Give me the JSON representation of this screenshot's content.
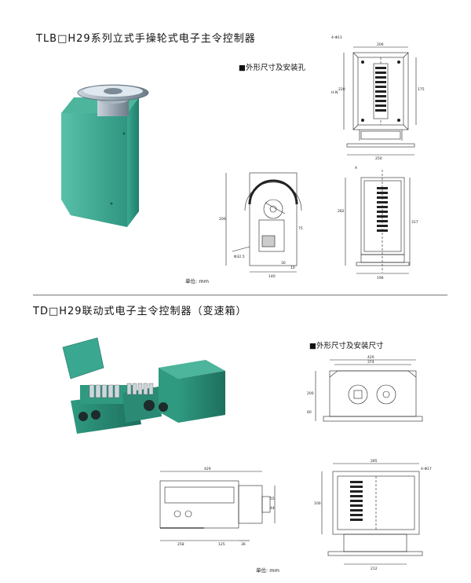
{
  "section1": {
    "title": "TLB□H29系列立式手操轮式电子主令控制器",
    "dims_heading": "■外形尺寸及安装孔",
    "unit": "单位: mm",
    "dims": {
      "top_width": "206",
      "hole": "4-Φ13",
      "side_height": "220",
      "side_height2": "175",
      "h_label": "H-N",
      "base_width": "250",
      "section_mark": "A",
      "sv_height": "200",
      "sv_small": "75",
      "sv_dia": "Φ32.5",
      "sv_30": "30",
      "sv_10": "10",
      "sv_width": "140",
      "fv_height": "282",
      "fv_height2": "317",
      "fv_width": "196"
    }
  },
  "section2": {
    "title": "TD□H29联动式电子主令控制器（变速箱）",
    "dims_heading": "■外形尺寸及安装尺寸",
    "unit": "单位: mm",
    "dims": {
      "top_w1": "420",
      "top_w2": "374",
      "top_h": "200",
      "top_h2": "60",
      "side_w": "429",
      "side_b1": "258",
      "side_b2": "125",
      "side_b3": "36",
      "side_r1": "55",
      "side_r2": "44",
      "fr_w": "285",
      "fr_hole": "4-Φ17",
      "fr_h": "100",
      "fr_b": "212"
    }
  }
}
